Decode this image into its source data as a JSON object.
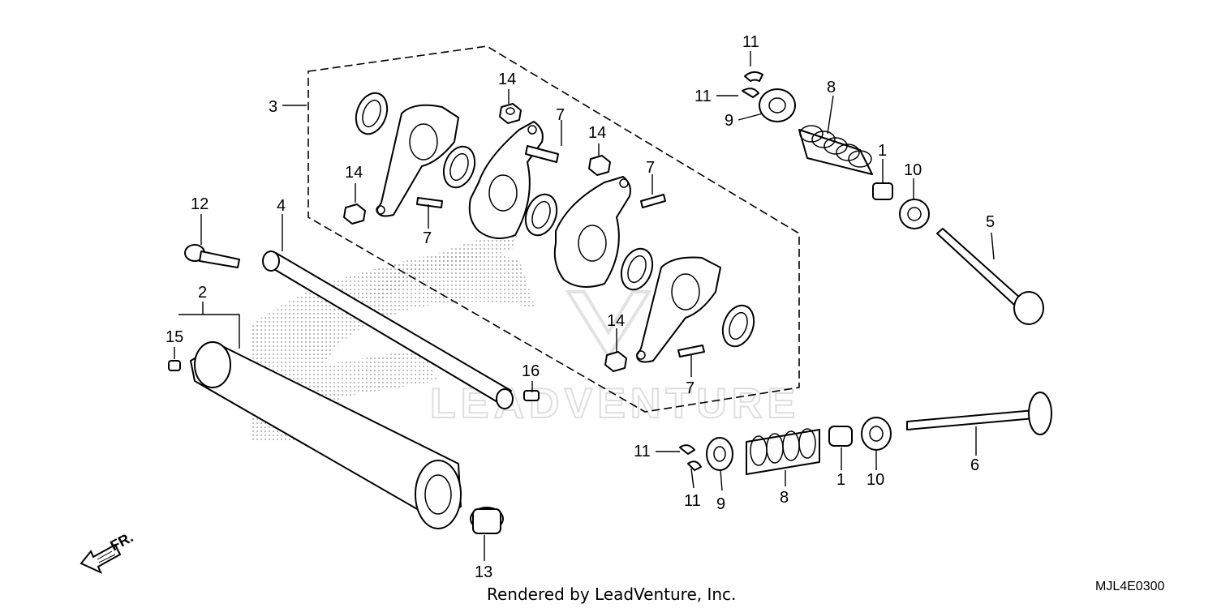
{
  "diagram": {
    "callouts": [
      {
        "id": "c11a",
        "text": "11"
      },
      {
        "id": "c11b",
        "text": "11"
      },
      {
        "id": "c9a",
        "text": "9"
      },
      {
        "id": "c8a",
        "text": "8"
      },
      {
        "id": "c1a",
        "text": "1"
      },
      {
        "id": "c10a",
        "text": "10"
      },
      {
        "id": "c5",
        "text": "5"
      },
      {
        "id": "c3",
        "text": "3"
      },
      {
        "id": "c14a",
        "text": "14"
      },
      {
        "id": "c7a",
        "text": "7"
      },
      {
        "id": "c14b",
        "text": "14"
      },
      {
        "id": "c7b",
        "text": "7"
      },
      {
        "id": "c14c",
        "text": "14"
      },
      {
        "id": "c7c",
        "text": "7"
      },
      {
        "id": "c12",
        "text": "12"
      },
      {
        "id": "c4",
        "text": "4"
      },
      {
        "id": "c2",
        "text": "2"
      },
      {
        "id": "c15",
        "text": "15"
      },
      {
        "id": "c14d",
        "text": "14"
      },
      {
        "id": "c7d",
        "text": "7"
      },
      {
        "id": "c16",
        "text": "16"
      },
      {
        "id": "c11c",
        "text": "11"
      },
      {
        "id": "c11d",
        "text": "11"
      },
      {
        "id": "c9b",
        "text": "9"
      },
      {
        "id": "c8b",
        "text": "8"
      },
      {
        "id": "c1b",
        "text": "1"
      },
      {
        "id": "c10b",
        "text": "10"
      },
      {
        "id": "c6",
        "text": "6"
      },
      {
        "id": "c13",
        "text": "13"
      }
    ],
    "front_arrow_label": "FR.",
    "watermark": "LEADVENTURE",
    "footer_credit": "Rendered by LeadVenture, Inc.",
    "diagram_code": "MJL4E0300"
  }
}
